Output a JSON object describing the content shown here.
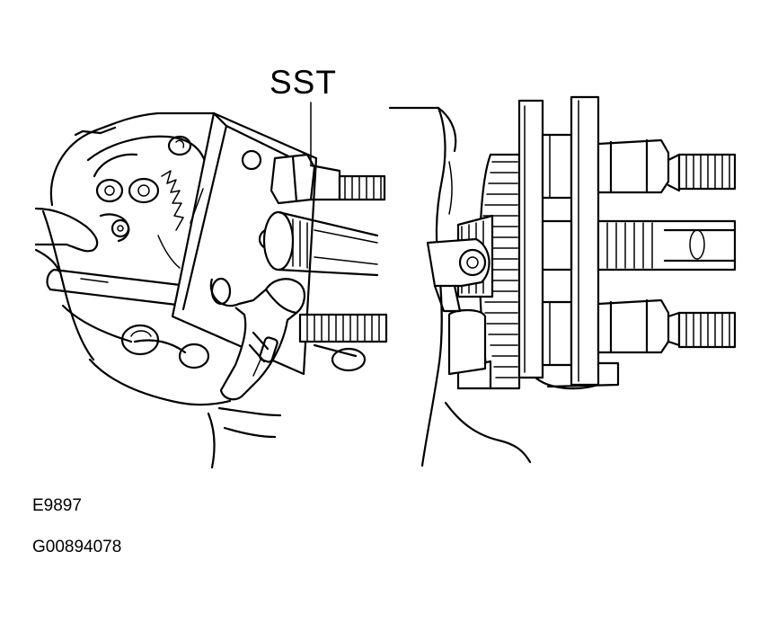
{
  "figure": {
    "callout_label": "SST",
    "code": "E9897",
    "id": "G00894078"
  }
}
